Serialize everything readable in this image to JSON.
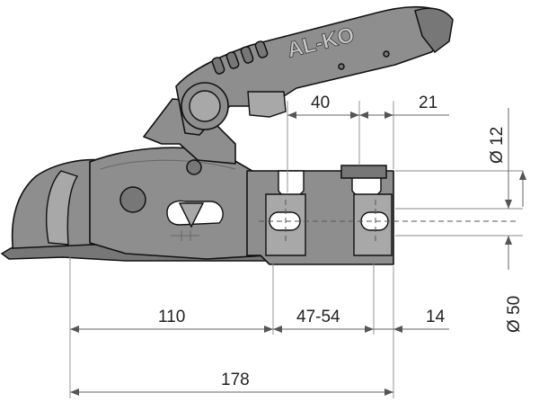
{
  "brand": {
    "logo_text": "AL-KO"
  },
  "colors": {
    "part_fill": "#8e8e8e",
    "outline": "#111111",
    "dimension_line": "#666666",
    "background": "#ffffff"
  },
  "dimensions": {
    "top_left": "40",
    "top_right": "21",
    "side_small": "Ø 12",
    "side_large": "Ø 50",
    "bottom_left": "110",
    "bottom_middle": "47-54",
    "bottom_right": "14",
    "overall": "178"
  }
}
